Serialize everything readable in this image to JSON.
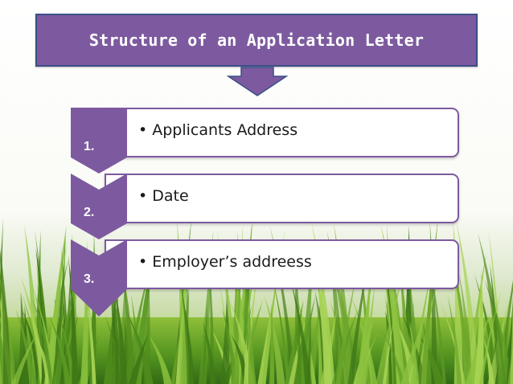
{
  "title": "Structure of an Application Letter",
  "colors": {
    "accent_purple": "#7d5a9f",
    "title_border": "#3a4f86",
    "grass_dark": "#2f6a14",
    "grass_light": "#8fbf3a"
  },
  "steps": [
    {
      "number": "1.",
      "text": "• Applicants Address"
    },
    {
      "number": "2.",
      "text": "• Date"
    },
    {
      "number": "3.",
      "text": "• Employer’s addreess"
    }
  ]
}
